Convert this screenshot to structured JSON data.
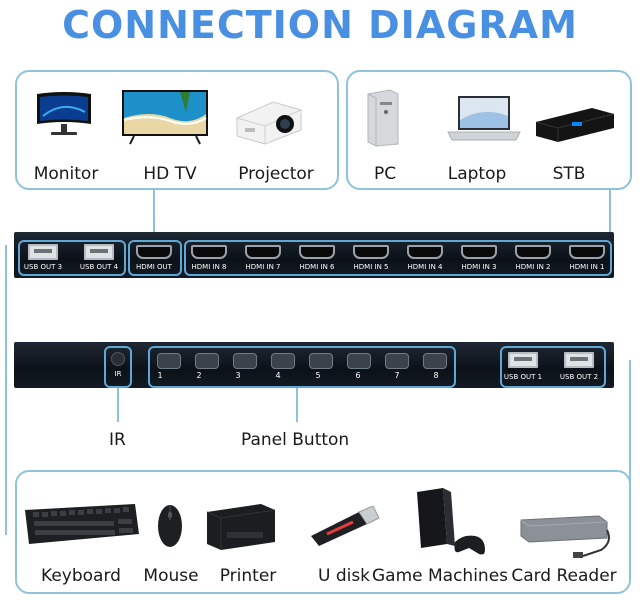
{
  "title": "CONNECTION DIAGRAM",
  "colors": {
    "accent": "#4a90e2",
    "line": "#8fc3dc",
    "panel": "#121820"
  },
  "outputs": {
    "devices": [
      {
        "label": "Monitor",
        "icon": "monitor-icon"
      },
      {
        "label": "HD TV",
        "icon": "tv-icon"
      },
      {
        "label": "Projector",
        "icon": "projector-icon"
      }
    ]
  },
  "sources": {
    "devices": [
      {
        "label": "PC",
        "icon": "pc-tower-icon"
      },
      {
        "label": "Laptop",
        "icon": "laptop-icon"
      },
      {
        "label": "STB",
        "icon": "set-top-box-icon"
      }
    ]
  },
  "back_panel": {
    "usb_out_3": "USB OUT 3",
    "usb_out_4": "USB OUT 4",
    "hdmi_out": "HDMI OUT",
    "hdmi_inputs": [
      "HDMI IN 8",
      "HDMI IN 7",
      "HDMI IN 6",
      "HDMI IN 5",
      "HDMI IN 4",
      "HDMI IN 3",
      "HDMI IN 2",
      "HDMI IN 1"
    ]
  },
  "front_panel": {
    "ir": "IR",
    "buttons": [
      "1",
      "2",
      "3",
      "4",
      "5",
      "6",
      "7",
      "8"
    ],
    "usb_out_1": "USB OUT 1",
    "usb_out_2": "USB OUT 2"
  },
  "captions": {
    "ir": "IR",
    "panel_button": "Panel Button"
  },
  "peripherals": {
    "devices": [
      {
        "label": "Keyboard",
        "icon": "keyboard-icon"
      },
      {
        "label": "Mouse",
        "icon": "mouse-icon"
      },
      {
        "label": "Printer",
        "icon": "printer-icon"
      },
      {
        "label": "U disk",
        "icon": "usb-disk-icon"
      },
      {
        "label": "Game Machines",
        "icon": "game-console-icon"
      },
      {
        "label": "Card Reader",
        "icon": "card-reader-icon"
      }
    ]
  }
}
